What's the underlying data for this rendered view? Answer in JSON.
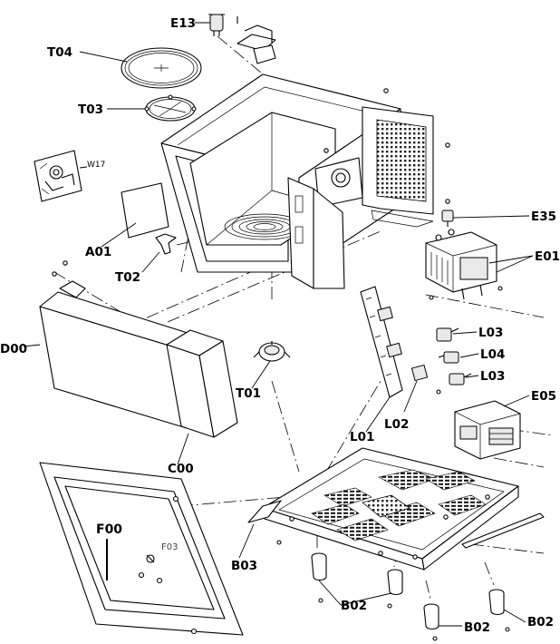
{
  "labels": {
    "E13": "E13",
    "T04": "T04",
    "T03": "T03",
    "W17": "W17",
    "A01": "A01",
    "T02": "T02",
    "D00": "D00",
    "T01": "T01",
    "C00": "C00",
    "F00": "F00",
    "F03": "F03",
    "B03": "B03",
    "B02_a": "B02",
    "B02_b": "B02",
    "B02_c": "B02",
    "E35": "E35",
    "E01": "E01",
    "L03_a": "L03",
    "L04": "L04",
    "L03_b": "L03",
    "E05": "E05",
    "L01": "L01",
    "L02": "L02"
  }
}
